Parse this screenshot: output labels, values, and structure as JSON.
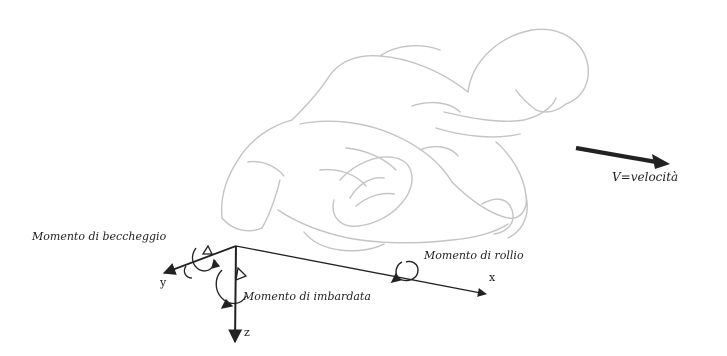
{
  "labels": {
    "velocity": "V=velocità",
    "pitch_moment": "Momento di beccheggio",
    "roll_moment": "Momento di rollio",
    "yaw_moment": "Momento di imbardata"
  },
  "axes": {
    "x": "x",
    "y": "y",
    "z": "z"
  },
  "colors": {
    "ink": "#222222",
    "sketch": "#c4c4c4",
    "background": "#ffffff"
  }
}
